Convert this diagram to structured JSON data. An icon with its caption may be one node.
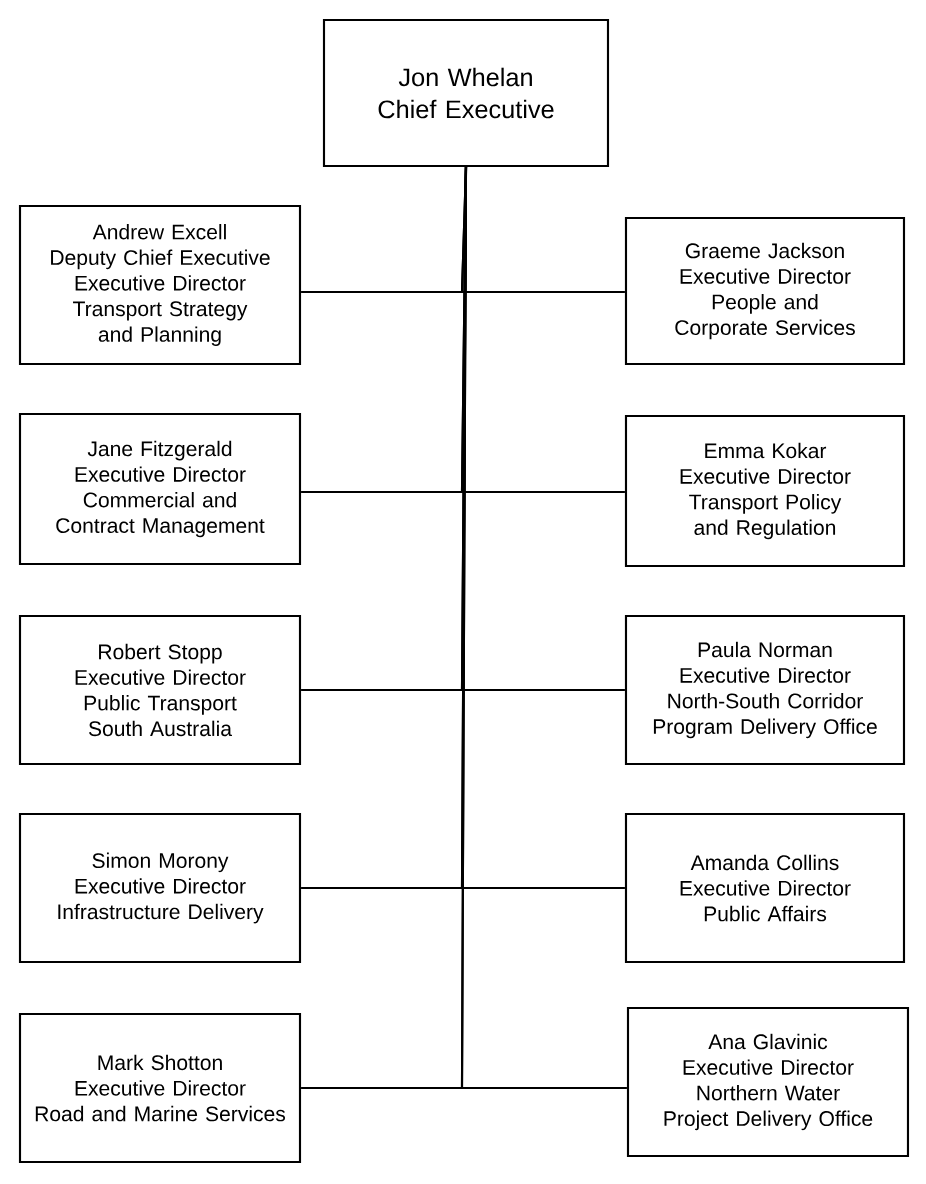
{
  "diagram": {
    "nodes": [
      {
        "text": [
          "Jon Whelan",
          "Chief Executive"
        ]
      },
      {
        "text": [
          "Andrew Excell",
          "Deputy Chief Executive",
          "Executive Director",
          "Transport Strategy and Planning"
        ]
      },
      {
        "text": [
          "Graeme Jackson",
          "Executive Director",
          "People and Corporate Services"
        ]
      },
      {
        "text": [
          "Jane Fitzgerald",
          "Executive Director",
          "Commercial and Contract Management"
        ]
      },
      {
        "text": [
          "Emma Kokar",
          "Executive Director",
          "Transport Policy and Regulation"
        ]
      },
      {
        "text": [
          "Robert Stopp",
          "Executive Director",
          "Public Transport South Australia"
        ]
      },
      {
        "text": [
          "Paula Norman",
          "Executive Director",
          "North-South Corridor Program Delivery Office"
        ]
      },
      {
        "text": [
          "Simon Morony",
          "Executive Director",
          "Infrastructure Delivery"
        ]
      },
      {
        "text": [
          "Amanda Collins",
          "Executive Director",
          "Public Affairs"
        ]
      },
      {
        "text": [
          "Mark Shotton",
          "Executive Director",
          "Road and Marine Services"
        ]
      },
      {
        "text": [
          "Ana Glavinic",
          "Executive Director",
          "Northern Water Project Delivery Office"
        ]
      }
    ],
    "edges": [
      {
        "from": 0,
        "to": 1,
        "arrow": "none"
      },
      {
        "from": 0,
        "to": 2,
        "arrow": "none"
      },
      {
        "from": 0,
        "to": 3,
        "arrow": "none"
      },
      {
        "from": 0,
        "to": 4,
        "arrow": "none"
      },
      {
        "from": 0,
        "to": 5,
        "arrow": "none"
      },
      {
        "from": 0,
        "to": 6,
        "arrow": "none"
      },
      {
        "from": 0,
        "to": 7,
        "arrow": "none"
      },
      {
        "from": 0,
        "to": 8,
        "arrow": "none"
      },
      {
        "from": 0,
        "to": 9,
        "arrow": "none"
      },
      {
        "from": 0,
        "to": 10,
        "arrow": "none"
      }
    ]
  }
}
